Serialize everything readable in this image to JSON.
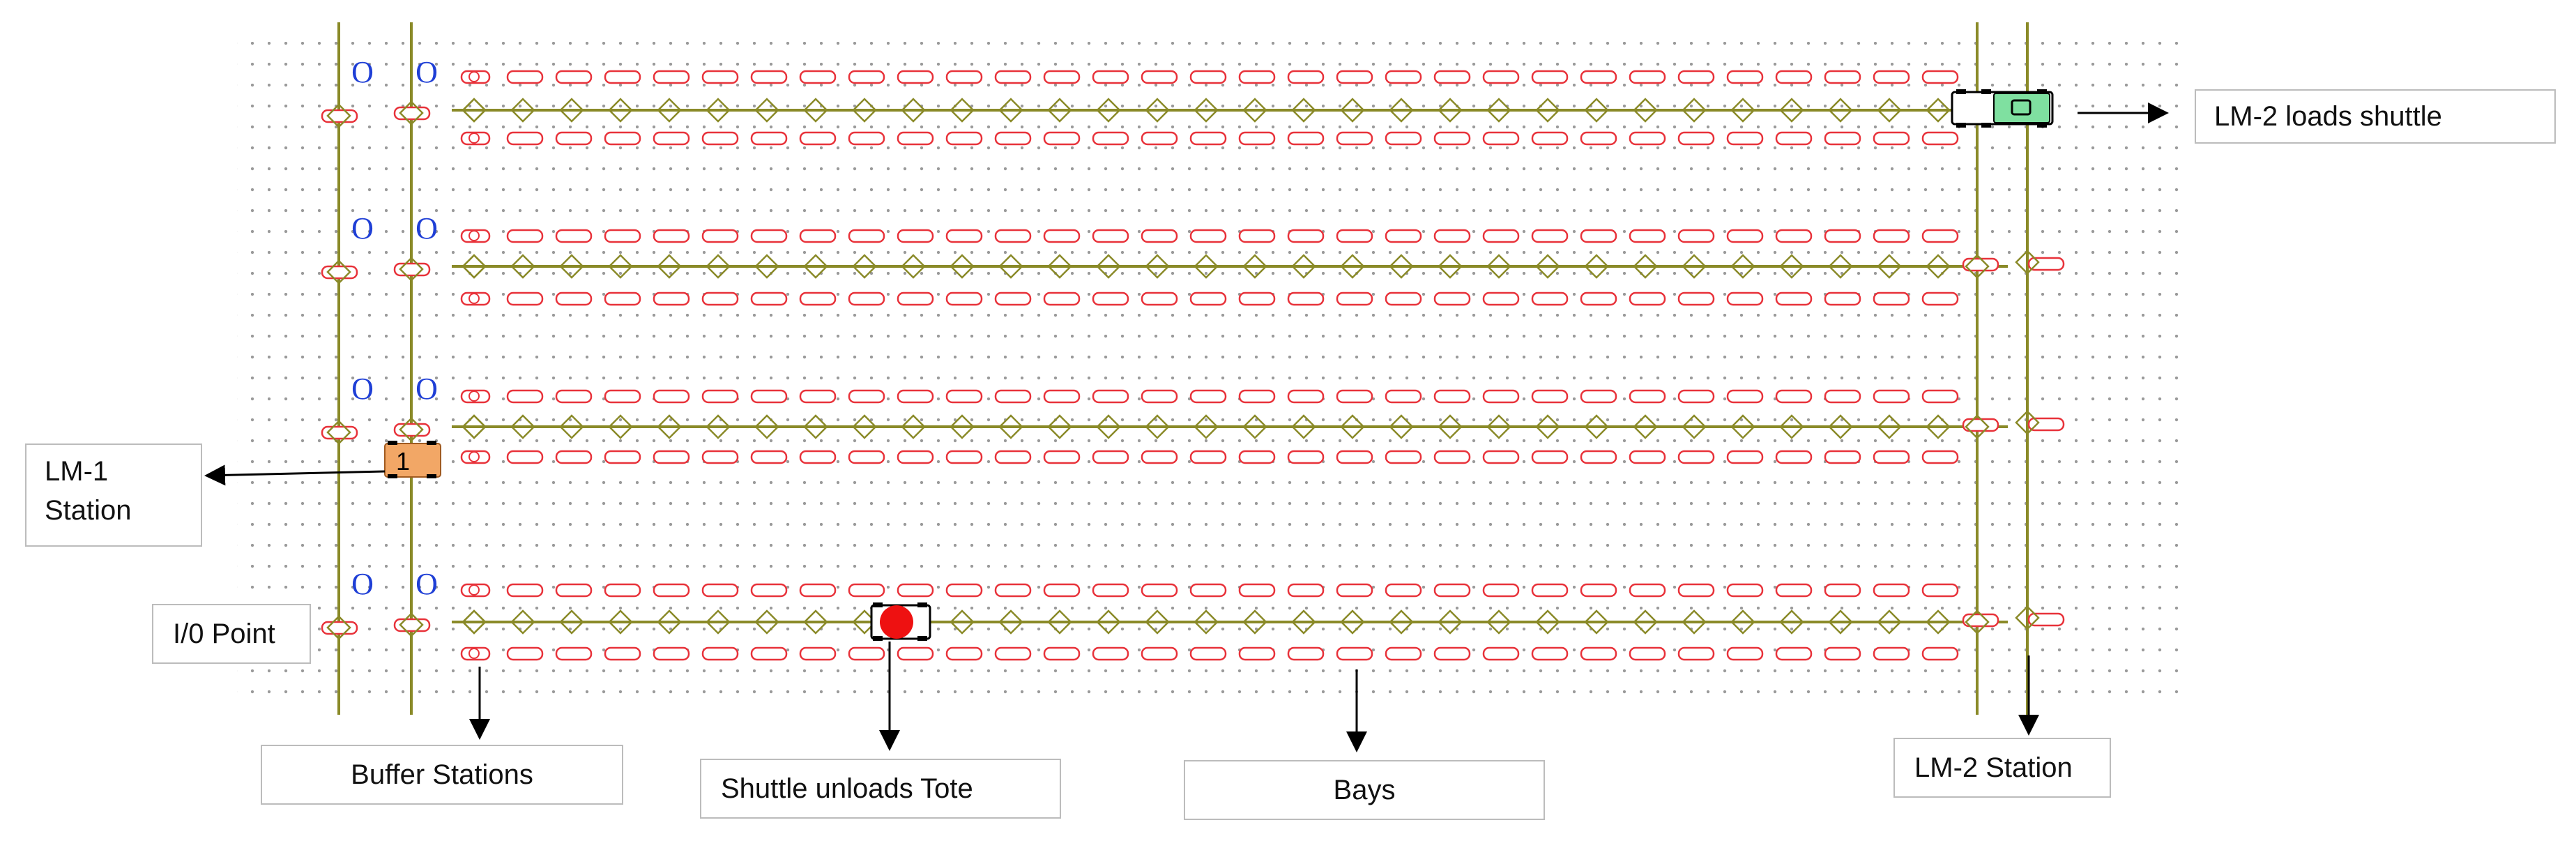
{
  "labels": {
    "lm2_loads_shuttle": "LM-2 loads shuttle",
    "lm1_station_line1": "LM-1",
    "lm1_station_line2": "Station",
    "io_point": "I/0 Point",
    "buffer_stations": "Buffer Stations",
    "shuttle_unloads_tote": "Shuttle unloads Tote",
    "bays": "Bays",
    "lm2_station": "LM-2 Station"
  },
  "io_marker_glyph": "O",
  "lm1_vehicle_number": "1",
  "icons": {
    "bay": "bay-slot-icon",
    "track_node": "diamond-node-icon",
    "buffer_station": "buffer-station-icon",
    "lift_vehicle": "lift-vehicle-icon",
    "shuttle": "shuttle-icon",
    "tote": "tote-icon"
  },
  "colors": {
    "bay_outline": "#e8323a",
    "track_line": "#8a8a28",
    "track_node": "#8a8a28",
    "io_marker": "#1f3fd6",
    "lm1_vehicle": "#f2a766",
    "lm2_vehicle": "#7fe0a0",
    "tote": "#ee1111",
    "grid_dot": "#9a9a9a",
    "arrow": "#000000"
  }
}
